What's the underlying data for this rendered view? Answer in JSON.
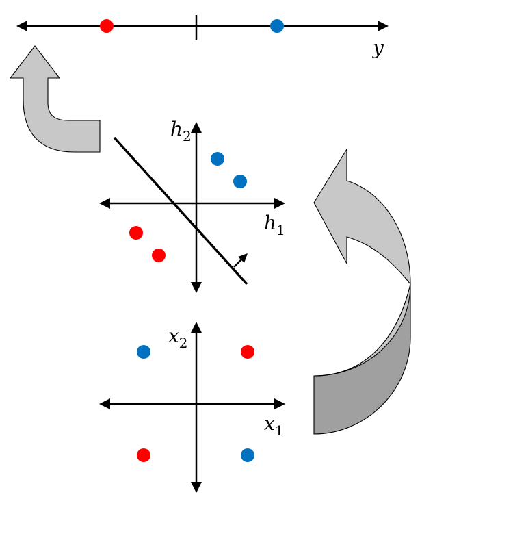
{
  "top_axis": {
    "label": "y"
  },
  "middle_axes": {
    "x_label": "h",
    "x_sub": "1",
    "y_label": "h",
    "y_sub": "2"
  },
  "bottom_axes": {
    "x_label": "x",
    "x_sub": "1",
    "y_label": "x",
    "y_sub": "2"
  },
  "colors": {
    "red": "#ff0000",
    "blue": "#0070c0",
    "arrow_light": "#c8c8c8",
    "arrow_dark": "#a0a0a0"
  },
  "icons": [
    "curved-arrow-icon",
    "bent-arrow-icon"
  ]
}
